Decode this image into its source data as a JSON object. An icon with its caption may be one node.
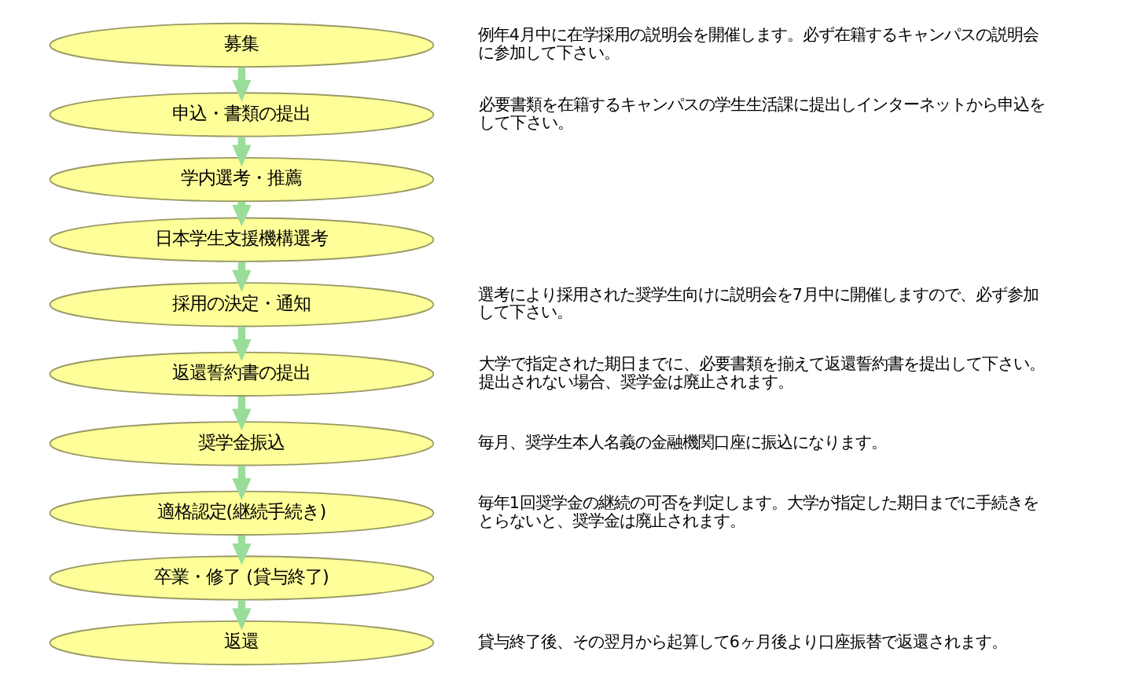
{
  "diagram": {
    "nodes": [
      {
        "text": [
          "募集"
        ],
        "beside": [
          "例年4月中に在学採用の説明会を開催します。必ず在籍するキャンパスの説明会に参加して下さい。"
        ]
      },
      {
        "text": [
          "申込・書類の提出"
        ],
        "beside": [
          "必要書類を在籍するキャンパスの学生生活課に提出しインターネットから申込をして下さい。"
        ]
      },
      {
        "text": [
          "学内選考・推薦"
        ]
      },
      {
        "text": [
          "日本学生支援機構選考"
        ]
      },
      {
        "text": [
          "採用の決定・通知"
        ],
        "beside": [
          "選考により採用された奨学生向けに説明会を7月中に開催しますので、必ず参加して下さい。"
        ]
      },
      {
        "text": [
          "返還誓約書の提出"
        ],
        "beside": [
          "大学で指定された期日までに、必要書類を揃えて返還誓約書を提出して下さい。提出されない場合、奨学金は廃止されます。"
        ]
      },
      {
        "text": [
          "奨学金振込"
        ],
        "beside": [
          "毎月、奨学生本人名義の金融機関口座に振込になります。"
        ]
      },
      {
        "text": [
          "適格認定(継続手続き)"
        ],
        "beside": [
          "毎年1回奨学金の継続の可否を判定します。大学が指定した期日までに手続きをとらないと、奨学金は廃止されます。"
        ]
      },
      {
        "text": [
          "卒業・修了 (貸与終了)"
        ]
      },
      {
        "text": [
          "返還"
        ],
        "beside": [
          "貸与終了後、その翌月から起算して6ヶ月後より口座振替で返還されます。"
        ]
      }
    ],
    "edges": [
      {
        "from": 0,
        "to": 1,
        "arrow": "to"
      },
      {
        "from": 1,
        "to": 2,
        "arrow": "to"
      },
      {
        "from": 2,
        "to": 3,
        "arrow": "to"
      },
      {
        "from": 3,
        "to": 4,
        "arrow": "to"
      },
      {
        "from": 4,
        "to": 5,
        "arrow": "to"
      },
      {
        "from": 5,
        "to": 6,
        "arrow": "to"
      },
      {
        "from": 6,
        "to": 7,
        "arrow": "to"
      },
      {
        "from": 7,
        "to": 8,
        "arrow": "to"
      },
      {
        "from": 8,
        "to": 9,
        "arrow": "to"
      }
    ]
  }
}
